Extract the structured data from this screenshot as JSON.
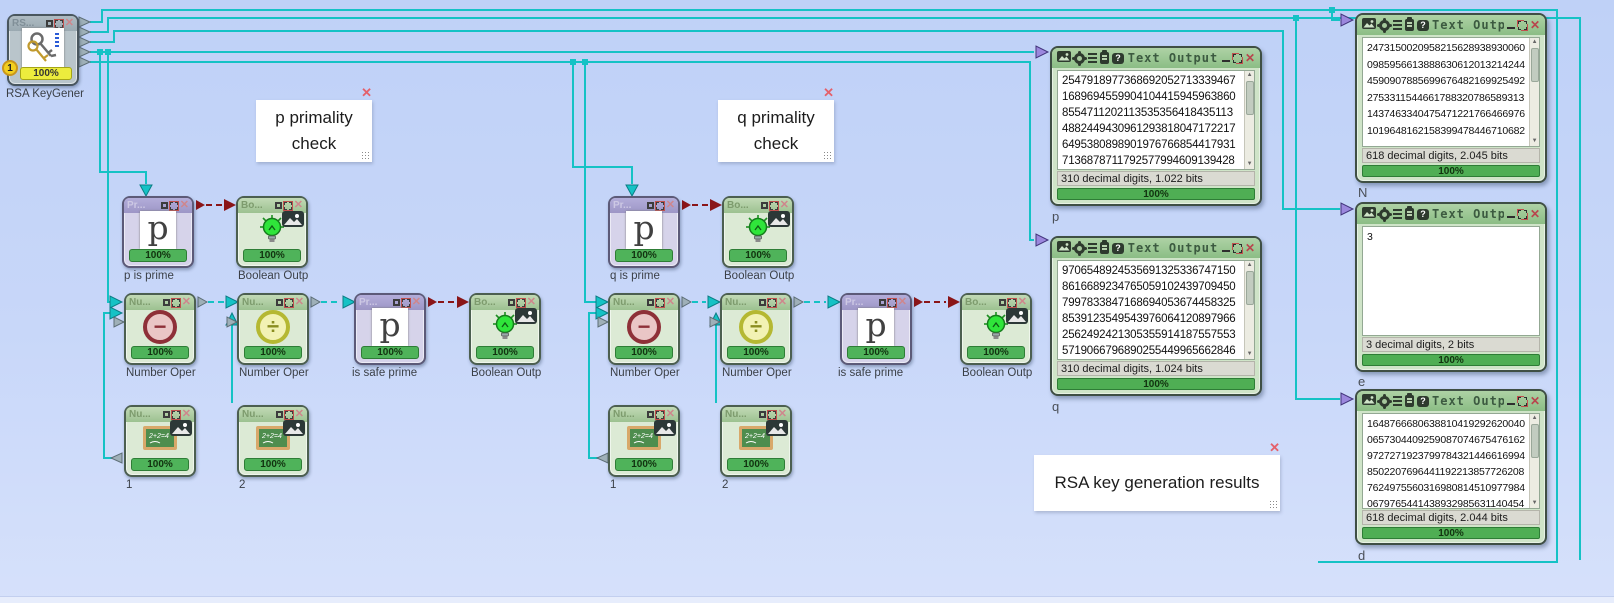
{
  "icons": {
    "close": "✕",
    "minimize": "—",
    "up_arrow": "▲",
    "down_arrow": "▼",
    "p_glyph": "p",
    "minus": "−",
    "divide": "÷",
    "chalkboard_text": "2+2=4",
    "question": "?"
  },
  "colors": {
    "wire_teal": "#15c2c5",
    "wire_red": "#8a1518",
    "panel_green": "#8bbd85",
    "progress_green": "#4fb35a",
    "progress_yellow": "#ecec3d",
    "note_close_red": "#e4606a"
  },
  "nodes": [
    {
      "title": "RS...",
      "label": "RSA KeyGener",
      "progress": "100%",
      "badge": "1"
    },
    {
      "title": "Pr...",
      "label": "p is prime",
      "progress": "100%"
    },
    {
      "title": "Bo...",
      "label": "Boolean Outp",
      "progress": "100%"
    },
    {
      "title": "Nu...",
      "label": "Number Oper",
      "progress": "100%"
    },
    {
      "title": "Nu...",
      "label": "Number Oper",
      "progress": "100%"
    },
    {
      "title": "Pr...",
      "label": "is safe prime",
      "progress": "100%"
    },
    {
      "title": "Bo...",
      "label": "Boolean Outp",
      "progress": "100%"
    },
    {
      "title": "Nu...",
      "label": "1",
      "progress": "100%"
    },
    {
      "title": "Nu...",
      "label": "2",
      "progress": "100%"
    },
    {
      "title": "Pr...",
      "label": "q is prime",
      "progress": "100%"
    },
    {
      "title": "Bo...",
      "label": "Boolean Outp",
      "progress": "100%"
    },
    {
      "title": "Nu...",
      "label": "Number Oper",
      "progress": "100%"
    },
    {
      "title": "Nu...",
      "label": "Number Oper",
      "progress": "100%"
    },
    {
      "title": "Pr...",
      "label": "is safe prime",
      "progress": "100%"
    },
    {
      "title": "Bo...",
      "label": "Boolean Outp",
      "progress": "100%"
    },
    {
      "title": "Nu...",
      "label": "1",
      "progress": "100%"
    },
    {
      "title": "Nu...",
      "label": "2",
      "progress": "100%"
    }
  ],
  "notes": [
    {
      "text": "p primality check"
    },
    {
      "text": "q primality check"
    },
    {
      "text": "RSA key generation results"
    }
  ],
  "panels": [
    {
      "label": "p",
      "title": "Text Output",
      "progress": "100%",
      "status": "310 decimal digits, 1.022 bits",
      "lines": [
        "2547918977368692052713339467",
        "1689694559904104415945963860",
        "8554711202113535356418435113",
        "4882449430961293818047172217",
        "6495380898901976766854417931",
        "7136878711792577994609139428"
      ]
    },
    {
      "label": "q",
      "title": "Text Output",
      "progress": "100%",
      "status": "310 decimal digits, 1.024 bits",
      "lines": [
        "9706548924535691325336747150",
        "8616689234765059102439709450",
        "7997833847168694053674458325",
        "8539123549543976064120897966",
        "2562492421305355914187557553",
        "5719066796890255449965662846"
      ]
    },
    {
      "label": "N",
      "title": "Text Output",
      "progress": "100%",
      "status": "618 decimal digits, 2.045 bits",
      "lines": [
        "2473150020958215628938930060",
        "0985956613888630612013214244",
        "4590907885699676482169925492",
        "2753311544661788320786589313",
        "1437463340475471221766466976",
        "1019648162158399478446710682"
      ]
    },
    {
      "label": "e",
      "title": "Text Output",
      "progress": "100%",
      "status": "3 decimal digits, 2 bits",
      "lines": [
        "3"
      ]
    },
    {
      "label": "d",
      "title": "Text Output",
      "progress": "100%",
      "status": "618 decimal digits, 2.044 bits",
      "lines": [
        "1648766680638810419292620040",
        "0657304409259087074675476162",
        "9727271923799784321446616994",
        "8502207696441192213857726208",
        "7624975560316980814510977984",
        "0679765441438932985631140454"
      ]
    }
  ]
}
